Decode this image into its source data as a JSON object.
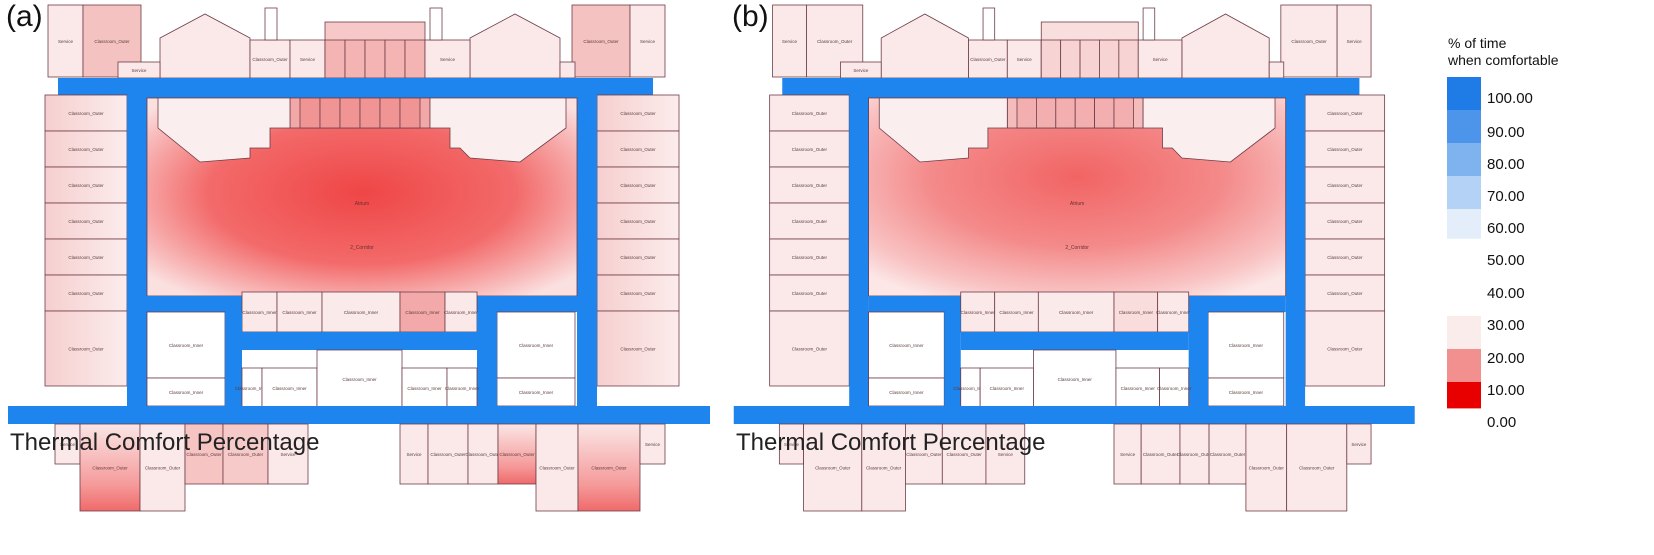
{
  "panels": [
    {
      "label": "(a)",
      "caption": "Thermal Comfort Percentage"
    },
    {
      "label": "(b)",
      "caption": "Thermal Comfort Percentage"
    }
  ],
  "legend": {
    "title_line1": "% of time",
    "title_line2": "when comfortable",
    "ticks": [
      "100.00",
      "90.00",
      "80.00",
      "70.00",
      "60.00",
      "50.00",
      "40.00",
      "30.00",
      "20.00",
      "10.00",
      "0.00"
    ],
    "colors_high": [
      "#1f7be6",
      "#4c95ea",
      "#7fb3ef",
      "#b3d2f5",
      "#e3eefa"
    ],
    "colors_low": [
      "#ffffff",
      "#fbecec",
      "#f7d0d0",
      "#f28f8f",
      "#ee5050",
      "#e80000"
    ]
  },
  "colors": {
    "corridor": "#1e84ee",
    "room_border": "#6e3c48",
    "room_fill_light": "#fbe9e9",
    "room_fill_mid": "#f5c2c2",
    "atrium_center": "#ef4a4a",
    "atrium_edge": "#f9d3d3"
  },
  "room_labels": {
    "atrium": "Atrium",
    "corridor": "2_Corridor",
    "outer": "Classroom_Outer",
    "inner": "Classroom_Inner",
    "service": "Service"
  }
}
